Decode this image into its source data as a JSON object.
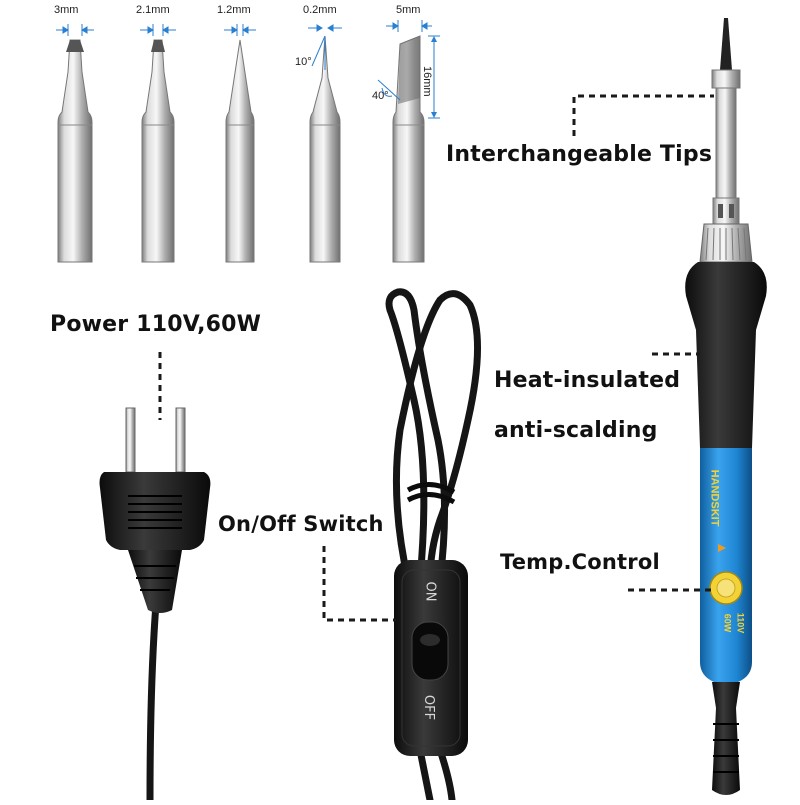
{
  "tips": [
    {
      "size": "3mm"
    },
    {
      "size": "2.1mm"
    },
    {
      "size": "1.2mm"
    },
    {
      "size": "0.2mm",
      "angle": "10°"
    },
    {
      "size": "5mm",
      "angle": "40°",
      "length": "16mm"
    }
  ],
  "labels": {
    "tips": "Interchangeable Tips",
    "power": "Power 110V,60W",
    "heat_line1": "Heat-insulated",
    "heat_line2": "anti-scalding",
    "switch": "On/Off Switch",
    "temp": "Temp.Control"
  },
  "switch": {
    "on": "ON",
    "off": "OFF"
  },
  "iron": {
    "brand": "HANDSKIT",
    "voltage": "110V",
    "wattage": "60W"
  },
  "colors": {
    "handle_blue": "#1e88d6",
    "handle_black": "#1c1c1c",
    "metal": "#c8c8c8",
    "dimension_blue": "#2a7fd0",
    "dial_yellow": "#f3d236"
  }
}
